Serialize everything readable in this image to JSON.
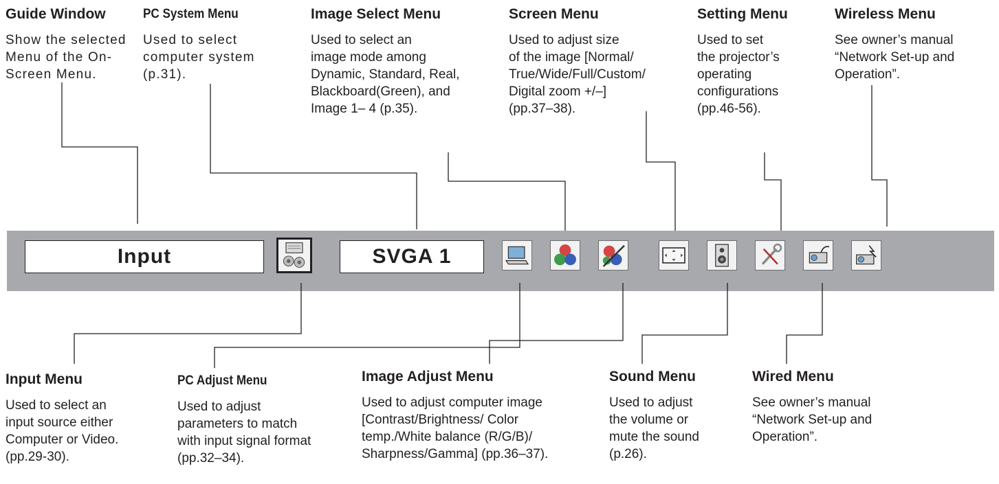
{
  "menu_bar": {
    "guide_window_text": "Input",
    "pc_system_text": "SVGA 1",
    "icons": [
      "input-menu-icon",
      "pc-adjust-menu-icon",
      "image-select-menu-icon",
      "image-adjust-menu-icon",
      "screen-menu-icon",
      "sound-menu-icon",
      "setting-menu-icon",
      "wired-menu-icon",
      "wireless-menu-icon"
    ]
  },
  "top_callouts": {
    "guide_window": {
      "title": "Guide Window",
      "desc": "Show the selected\nMenu of the On-\nScreen Menu."
    },
    "pc_system": {
      "title": "PC System Menu",
      "desc": "Used to select\ncomputer system\n(p.31)."
    },
    "image_select": {
      "title": "Image Select Menu",
      "desc": "Used to select an\nimage mode among\nDynamic, Standard, Real,\nBlackboard(Green), and\nImage 1– 4 (p.35)."
    },
    "screen": {
      "title": "Screen Menu",
      "desc": "Used to adjust size\nof the image [Normal/\nTrue/Wide/Full/Custom/\nDigital zoom +/–]\n(pp.37–38)."
    },
    "setting": {
      "title": "Setting Menu",
      "desc": "Used to set\nthe projector’s\noperating\nconfigurations\n(pp.46-56)."
    },
    "wireless": {
      "title": "Wireless Menu",
      "desc": "See owner’s manual\n“Network Set-up and\nOperation”."
    }
  },
  "bottom_callouts": {
    "input": {
      "title": "Input Menu",
      "desc": "Used to select an\ninput source either\nComputer or Video.\n(pp.29-30)."
    },
    "pc_adjust": {
      "title": "PC Adjust Menu",
      "desc": "Used to adjust\nparameters to match\nwith input signal format\n(pp.32–34)."
    },
    "image_adjust": {
      "title": "Image Adjust Menu",
      "desc": "Used to adjust computer image\n[Contrast/Brightness/ Color\ntemp./White balance (R/G/B)/\nSharpness/Gamma] (pp.36–37)."
    },
    "sound": {
      "title": "Sound Menu",
      "desc": "Used to adjust\nthe volume or\nmute the sound\n(p.26)."
    },
    "wired": {
      "title": "Wired Menu",
      "desc": "See owner’s manual\n“Network Set-up and\nOperation”."
    }
  },
  "colors": {
    "bar": "#a7a9ac",
    "text": "#231f20",
    "line": "#231f20"
  }
}
